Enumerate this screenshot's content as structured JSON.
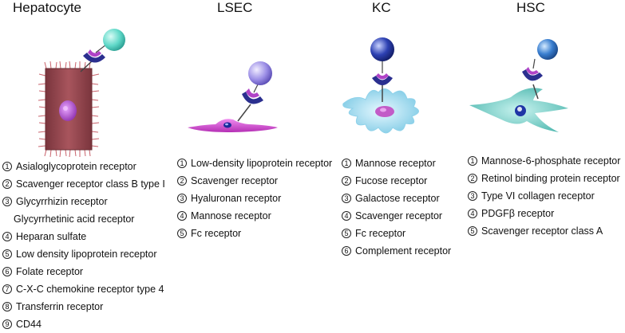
{
  "columns": [
    {
      "title": "Hepatocyte",
      "items": [
        {
          "n": "1",
          "text": "Asialoglycoprotein receptor"
        },
        {
          "n": "2",
          "text": "Scavenger receptor class B type I"
        },
        {
          "n": "3",
          "text": "Glycyrrhizin receptor"
        },
        {
          "n": "",
          "text": "Glycyrrhetinic acid receptor"
        },
        {
          "n": "4",
          "text": "Heparan sulfate"
        },
        {
          "n": "5",
          "text": "Low density lipoprotein receptor"
        },
        {
          "n": "6",
          "text": "Folate receptor"
        },
        {
          "n": "7",
          "text": "C-X-C chemokine receptor type 4"
        },
        {
          "n": "8",
          "text": "Transferrin receptor"
        },
        {
          "n": "9",
          "text": "CD44"
        }
      ]
    },
    {
      "title": "LSEC",
      "items": [
        {
          "n": "1",
          "text": "Low-density lipoprotein receptor"
        },
        {
          "n": "2",
          "text": "Scavenger receptor"
        },
        {
          "n": "3",
          "text": "Hyaluronan receptor"
        },
        {
          "n": "4",
          "text": "Mannose receptor"
        },
        {
          "n": "5",
          "text": "Fc receptor"
        }
      ]
    },
    {
      "title": "KC",
      "items": [
        {
          "n": "1",
          "text": "Mannose receptor"
        },
        {
          "n": "2",
          "text": "Fucose receptor"
        },
        {
          "n": "3",
          "text": "Galactose receptor"
        },
        {
          "n": "4",
          "text": "Scavenger receptor"
        },
        {
          "n": "5",
          "text": "Fc receptor"
        },
        {
          "n": "6",
          "text": "Complement receptor"
        }
      ]
    },
    {
      "title": "HSC",
      "items": [
        {
          "n": "1",
          "text": "Mannose-6-phosphate receptor"
        },
        {
          "n": "2",
          "text": "Retinol binding protein receptor"
        },
        {
          "n": "3",
          "text": "Type VI collagen receptor"
        },
        {
          "n": "4",
          "text": "PDGFβ receptor"
        },
        {
          "n": "5",
          "text": "Scavenger receptor class A"
        }
      ]
    }
  ],
  "colors": {
    "hepatocyte_body": "#9e4a52",
    "hepatocyte_villi": "#c9626c",
    "lsec_body": "#d64fd6",
    "kc_body": "#a6dff0",
    "hsc_body": "#7fd6d0",
    "receptor": "#2b2f8f",
    "ligand_hepatocyte": "#5fd8c8",
    "ligand_lsec": "#9b8ee6",
    "ligand_kc": "#2d41b3",
    "ligand_hsc": "#3a7fd0",
    "nucleus": "#a13bc4"
  }
}
